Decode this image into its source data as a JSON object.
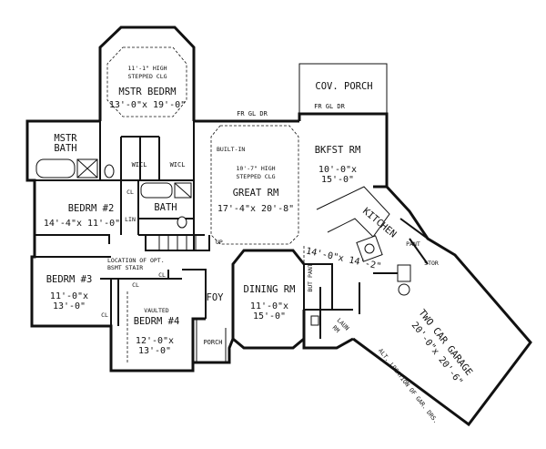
{
  "plan": {
    "porch_cov": "COV. PORCH",
    "fr_gl_dr_left": "FR GL DR",
    "fr_gl_dr_right": "FR GL DR",
    "mstr_bedrm": {
      "ceiling_1": "11'-1\" HIGH",
      "ceiling_2": "STEPPED CLG",
      "name": "MSTR BEDRM",
      "dims": "13'-0\"x 19'-0\""
    },
    "mstr_bath": {
      "name_1": "MSTR",
      "name_2": "BATH"
    },
    "wicl_left": "WICL",
    "wicl_right": "WICL",
    "built_in": "BUILT-IN",
    "great_rm": {
      "ceiling_1": "10'-7\" HIGH",
      "ceiling_2": "STEPPED CLG",
      "name": "GREAT RM",
      "dims": "17'-4\"x 20'-8\""
    },
    "bkfst_rm": {
      "name": "BKFST RM",
      "dims_1": "10'-0\"x",
      "dims_2": "15'-0\""
    },
    "bedrm2": {
      "name": "BEDRM #2",
      "dims": "14'-4\"x 11'-0\""
    },
    "cl_small": "CL",
    "lin": "LIN",
    "bath": "BATH",
    "up": "UP",
    "stair_note_1": "LOCATION OF OPT.",
    "stair_note_2": "BSMT STAIR",
    "kitchen": {
      "name": "KITCHEN",
      "dims": "14'-0\"x 14'-2\""
    },
    "pant": "PANT",
    "stor": "STOR",
    "bedrm3": {
      "name": "BEDRM #3",
      "dims_1": "11'-0\"x",
      "dims_2": "13'-0\""
    },
    "cl_b3_side": "CL",
    "cl_b3_top": "CL",
    "cl_b4": "CL",
    "bedrm4": {
      "vaulted": "VAULTED",
      "name": "BEDRM #4",
      "dims_1": "12'-0\"x",
      "dims_2": "13'-0\""
    },
    "foy": "FOY",
    "porch": "PORCH",
    "dining_rm": {
      "name": "DINING RM",
      "dims_1": "11'-0\"x",
      "dims_2": "15'-0\""
    },
    "but_pant": "BUT PANT",
    "laun_rm": {
      "line_1": "LAUN",
      "line_2": "RM"
    },
    "garage": {
      "name": "TWO CAR GARAGE",
      "dims": "20'-0\"x 20'-6\"",
      "note": "ALT. LOCATION OF GAR. DRS."
    }
  }
}
